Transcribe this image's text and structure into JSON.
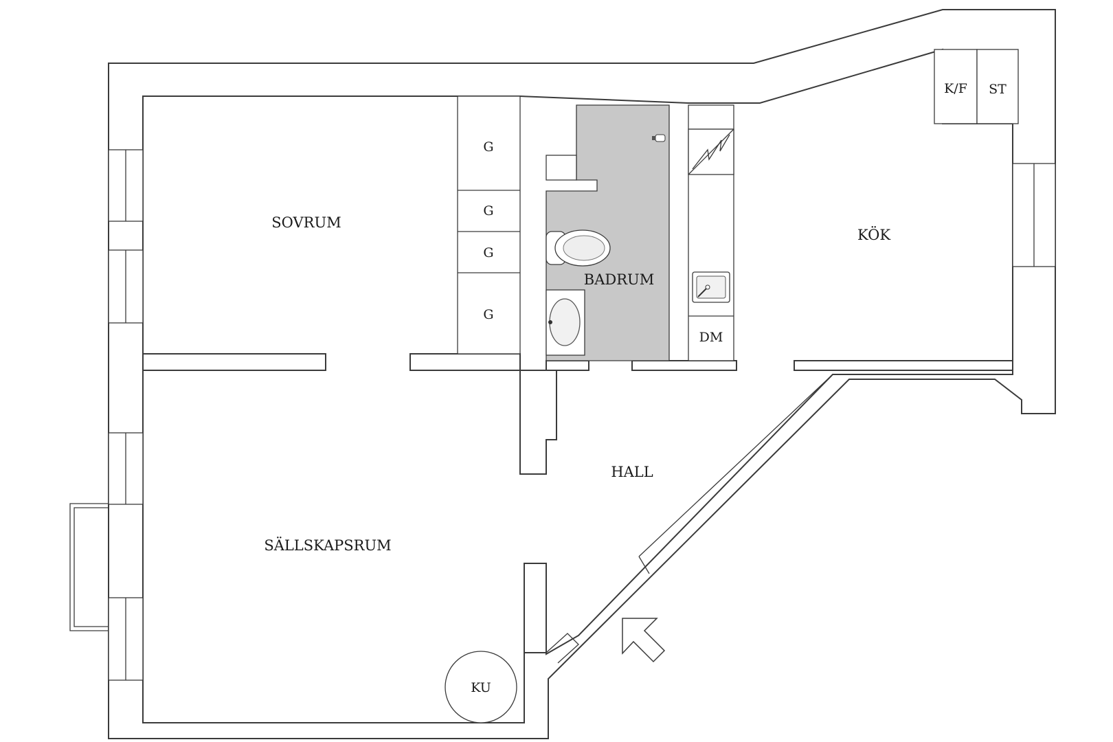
{
  "rooms": {
    "sovrum": "SOVRUM",
    "badrum": "BADRUM",
    "kok": "KÖK",
    "hall": "HALL",
    "sallskapsrum": "SÄLLSKAPSRUM"
  },
  "storage": {
    "g1": "G",
    "g2": "G",
    "g3": "G",
    "g4": "G",
    "kf": "K/F",
    "st": "ST",
    "dm": "DM",
    "ku": "KU"
  },
  "colors": {
    "wet_room_fill": "#c8c8c8",
    "wall_stroke": "#3a3a3a"
  },
  "icons": {
    "entrance": "entrance-arrow-icon",
    "toilet": "toilet-icon",
    "washbasin": "washbasin-icon",
    "sink": "kitchen-sink-icon",
    "stove": "stove-icon",
    "tiled_stove": "tiled-stove-icon",
    "shower": "shower-head-icon"
  }
}
